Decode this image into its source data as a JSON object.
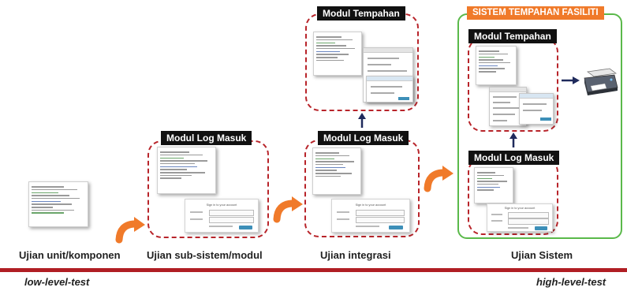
{
  "stages": {
    "unit": {
      "caption": "Ujian unit/komponen"
    },
    "subsystem": {
      "caption": "Ujian sub-sistem/modul",
      "module": "Modul Log Masuk"
    },
    "integration": {
      "caption": "Ujian integrasi",
      "module_login": "Modul Log Masuk",
      "module_booking": "Modul Tempahan"
    },
    "system": {
      "caption": "Ujian Sistem",
      "title": "SISTEM TEMPAHAN FASILITI",
      "module_booking": "Modul Tempahan",
      "module_login": "Modul Log Masuk"
    }
  },
  "login_form": {
    "heading": "Sign in to your account"
  },
  "scale": {
    "left": "low-level-test",
    "right": "high-level-test"
  },
  "colors": {
    "dashed": "#b8242a",
    "green": "#5ab94a",
    "orange": "#f07a2a",
    "line": "#b01e24",
    "arrow": "#1f2a5c"
  },
  "icons": [
    "printer-icon",
    "orange-curved-arrow",
    "navy-arrow"
  ]
}
